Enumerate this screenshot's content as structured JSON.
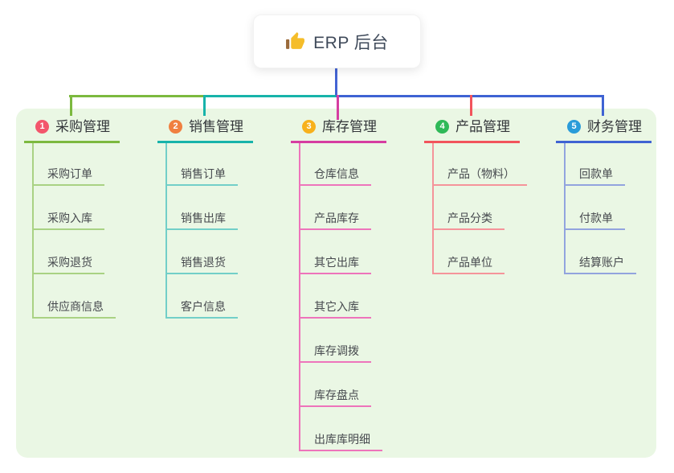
{
  "root": {
    "label": "ERP 后台",
    "icon": "thumbs-up-icon"
  },
  "colors": {
    "page_bg": "#ffffff",
    "panel_bg": "#eaf7e4",
    "root_text": "#3f4a5a",
    "root_drop_line": "#4464d4",
    "thumb_gold": "#f5bd2a",
    "thumb_sleeve": "#9a6a3a",
    "title_text": "#33363a",
    "child_text": "#46494e"
  },
  "branches": [
    {
      "index": "1",
      "label": "采购管理",
      "badge_color": "#f3566c",
      "line_color": "#7cb93f",
      "child_line_color": "#a9d283",
      "items": [
        "采购订单",
        "采购入库",
        "采购退货",
        "供应商信息"
      ]
    },
    {
      "index": "2",
      "label": "销售管理",
      "badge_color": "#f08040",
      "line_color": "#17b3aa",
      "child_line_color": "#72cfc8",
      "items": [
        "销售订单",
        "销售出库",
        "销售退货",
        "客户信息"
      ]
    },
    {
      "index": "3",
      "label": "库存管理",
      "badge_color": "#f7b11c",
      "line_color": "#d63da1",
      "child_line_color": "#ee74bb",
      "items": [
        "仓库信息",
        "产品库存",
        "其它出库",
        "其它入库",
        "库存调拨",
        "库存盘点",
        "出库库明细"
      ]
    },
    {
      "index": "4",
      "label": "产品管理",
      "badge_color": "#2fb958",
      "line_color": "#f2545c",
      "child_line_color": "#f5949a",
      "items": [
        "产品（物料）",
        "产品分类",
        "产品单位"
      ]
    },
    {
      "index": "5",
      "label": "财务管理",
      "badge_color": "#2a9cd9",
      "line_color": "#3f63d3",
      "child_line_color": "#92a4de",
      "items": [
        "回款单",
        "付款单",
        "结算账户"
      ]
    }
  ]
}
